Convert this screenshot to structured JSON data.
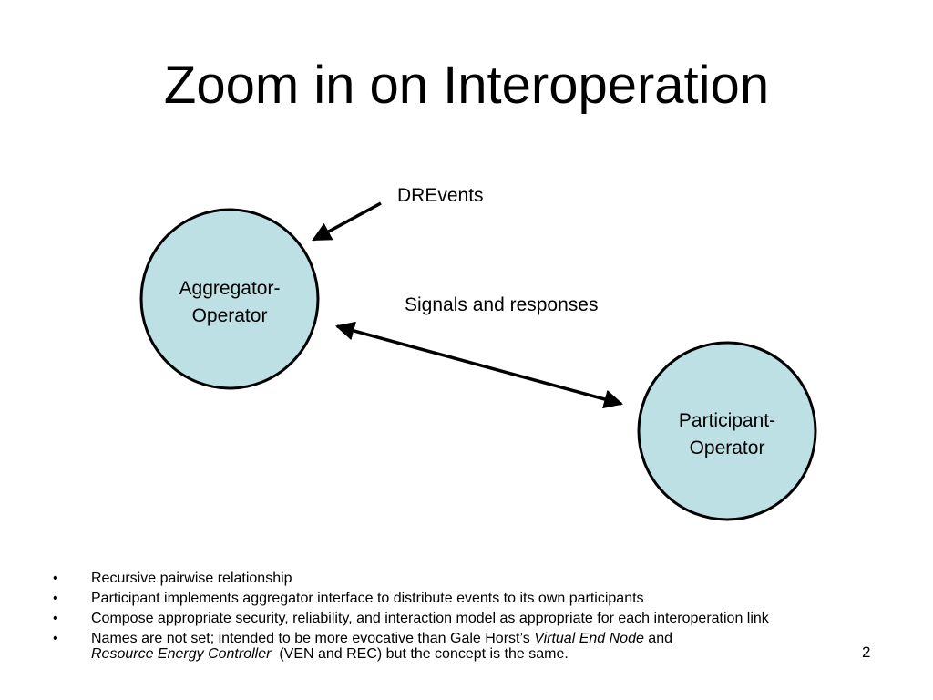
{
  "slide": {
    "title": "Zoom in on Interoperation",
    "page_number": "2"
  },
  "diagram": {
    "nodes": {
      "aggregator": {
        "line1": "Aggregator-",
        "line2": "Operator"
      },
      "participant": {
        "line1": "Participant-",
        "line2": "Operator"
      }
    },
    "labels": {
      "drevents": "DREvents",
      "signals": "Signals and responses"
    },
    "colors": {
      "node_fill": "#bde0e4",
      "stroke": "#000000"
    }
  },
  "bullets": [
    {
      "text": "Recursive pairwise relationship"
    },
    {
      "text": "Participant implements aggregator interface to distribute events to its own participants"
    },
    {
      "text": "Compose appropriate security, reliability, and interaction model as appropriate for each interoperation link"
    },
    {
      "part1": "Names are not set; intended to be more evocative than Gale Horst’s ",
      "italic1": "Virtual End Node",
      "part2": " and ",
      "italic2": "Resource Energy Controller",
      "part3": "  (VEN and REC) but the concept is the same."
    }
  ]
}
